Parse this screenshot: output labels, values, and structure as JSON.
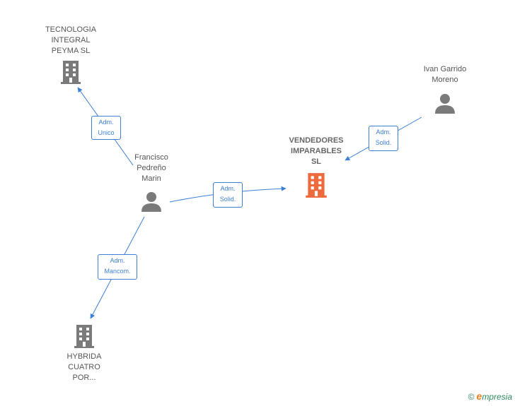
{
  "nodes": {
    "tecnologia": {
      "label": "TECNOLOGIA\nINTEGRAL\nPEYMA SL"
    },
    "ivan": {
      "label": "Ivan Garrido\nMoreno"
    },
    "vendedores": {
      "label": "VENDEDORES\nIMPARABLES\nSL"
    },
    "francisco": {
      "label": "Francisco\nPedreño\nMarin"
    },
    "hybrida": {
      "label": "HYBRIDA\nCUATRO\nPOR..."
    }
  },
  "edges": {
    "francisco_tecnologia": {
      "label": "Adm.\nUnico"
    },
    "ivan_vendedores": {
      "label": "Adm.\nSolid."
    },
    "francisco_vendedores": {
      "label": "Adm.\nSolid."
    },
    "francisco_hybrida": {
      "label": "Adm.\nMancom."
    }
  },
  "colors": {
    "edge": "#3c7fd6",
    "company_icon": "#7a7a7a",
    "main_company_icon": "#ee6a3c",
    "person_icon": "#7a7a7a"
  },
  "footer": {
    "copyright_symbol": "©",
    "brand_initial": "e",
    "brand_rest": "mpresia"
  }
}
